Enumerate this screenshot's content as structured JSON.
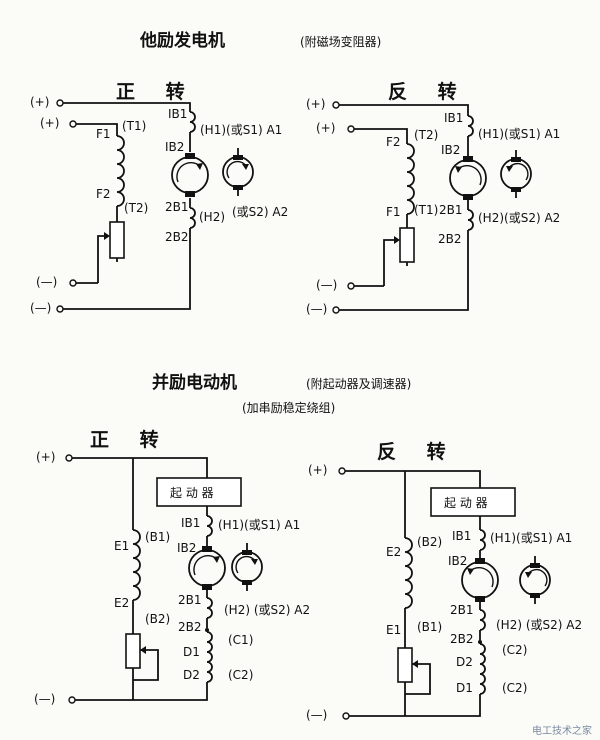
{
  "sections": {
    "generator": {
      "title": "他励发电机",
      "note": "(附磁场变阻器)",
      "forward": {
        "heading": "正 转",
        "plus_top": "(+)",
        "plus_field": "(+)",
        "minus_field": "(—)",
        "minus_arm": "(—)",
        "f1": "F1",
        "t1": "(T1)",
        "f2": "F2",
        "t2": "(T2)",
        "ib1": "IB1",
        "ib2": "IB2",
        "b21": "2B1",
        "b22": "2B2",
        "h1": "(H1)(或S1) A1",
        "h2": "(或S2) A2",
        "h2a": "(H2)"
      },
      "reverse": {
        "heading": "反 转",
        "plus_top": "(+)",
        "plus_field": "(+)",
        "minus_field": "(—)",
        "minus_arm": "(—)",
        "f2": "F2",
        "t2": "(T2)",
        "f1": "F1",
        "t1": "(T1)",
        "ib1": "IB1",
        "ib2": "IB2",
        "b21": "2B1",
        "b22": "2B2",
        "h1": "(H1)(或S1) A1",
        "h2": "(H2)(或S2) A2"
      }
    },
    "motor": {
      "title": "并励电动机",
      "note": "(附起动器及调速器)",
      "note2": "(加串励稳定绕组)",
      "forward": {
        "heading": "正 转",
        "plus": "(+)",
        "minus": "(—)",
        "starter": "起 动 器",
        "e1": "E1",
        "b1": "(B1)",
        "e2": "E2",
        "b2": "(B2)",
        "ib1": "IB1",
        "ib2": "IB2",
        "b21": "2B1",
        "b22": "2B2",
        "d1": "D1",
        "d2": "D2",
        "c1": "(C1)",
        "c2": "(C2)",
        "h1": "(H1)(或S1) A1",
        "h2": "(H2) (或S2) A2"
      },
      "reverse": {
        "heading": "反 转",
        "plus": "(+)",
        "minus": "(—)",
        "starter": "起 动 器",
        "e2": "E2",
        "b2": "(B2)",
        "e1": "E1",
        "b1": "(B1)",
        "ib1": "IB1",
        "ib2": "IB2",
        "b21": "2B1",
        "b22": "2B2",
        "d2": "D2",
        "d1": "D1",
        "c2": "(C2)",
        "c2b": "(C2)",
        "h1": "(H1)(或S1) A1",
        "h2": "(H2) (或S2) A2"
      }
    }
  },
  "watermark": "电工技术之家"
}
